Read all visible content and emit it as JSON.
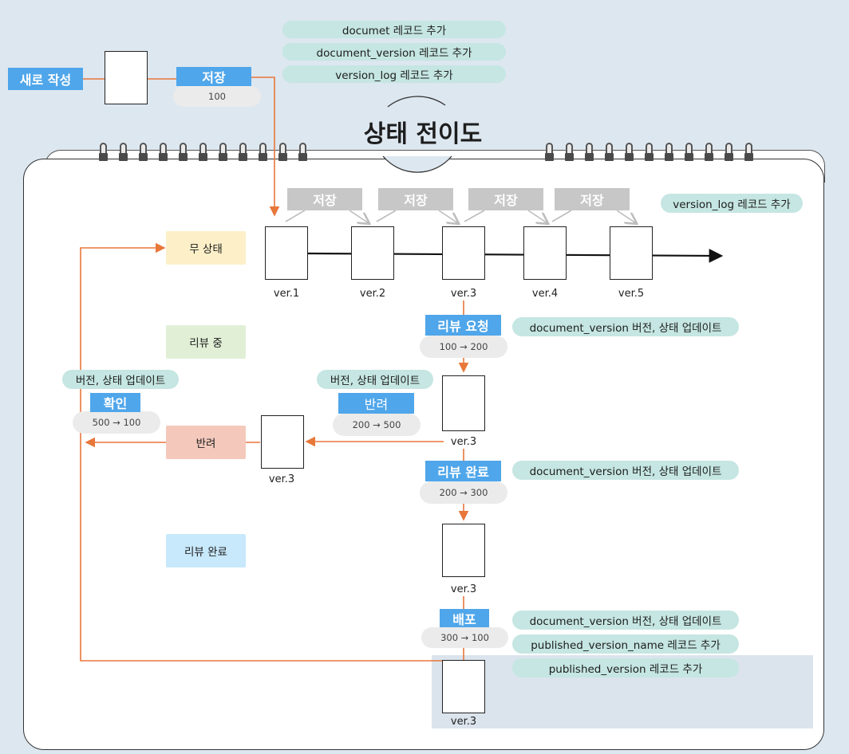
{
  "title": "상태 전이도",
  "top": {
    "new_button": "새로 작성",
    "save_button": "저장",
    "save_code": "100",
    "records": [
      "documet 레코드 추가",
      "document_version 레코드 추가",
      "version_log 레코드 추가"
    ]
  },
  "timeline": {
    "save_labels": [
      "저장",
      "저장",
      "저장",
      "저장"
    ],
    "versions": [
      "ver.1",
      "ver.2",
      "ver.3",
      "ver.4",
      "ver.5"
    ],
    "log_record": "version_log 레코드 추가"
  },
  "states": {
    "none": "무 상태",
    "reviewing": "리뷰 중",
    "rejected": "반려",
    "reviewed": "리뷰 완료"
  },
  "flow": {
    "review_request": {
      "label": "리뷰 요청",
      "code": "100 → 200",
      "record": "document_version 버전, 상태 업데이트"
    },
    "reject": {
      "label": "반려",
      "code": "200 → 500",
      "record": "버전, 상태 업데이트"
    },
    "confirm": {
      "label": "확인",
      "code": "500 → 100",
      "record": "버전, 상태 업데이트"
    },
    "review_done": {
      "label": "리뷰 완료",
      "code": "200 → 300",
      "record": "document_version 버전, 상태 업데이트"
    },
    "deploy": {
      "label": "배포",
      "code": "300 → 100",
      "records": [
        "document_version 버전, 상태 업데이트",
        "published_version_name 레코드 추가",
        "published_version 레코드 추가"
      ]
    },
    "doc_versions": [
      "ver.3",
      "ver.3",
      "ver.3",
      "ver.3"
    ]
  },
  "colors": {
    "accent_blue": "#4fa6ea",
    "arrow_orange": "#e8773a",
    "teal_pill": "#c5e6e2",
    "state_none": "#fdf0c8",
    "state_reviewing": "#e1efd6",
    "state_rejected": "#f4c9bc",
    "state_reviewed": "#c8e8fb"
  }
}
